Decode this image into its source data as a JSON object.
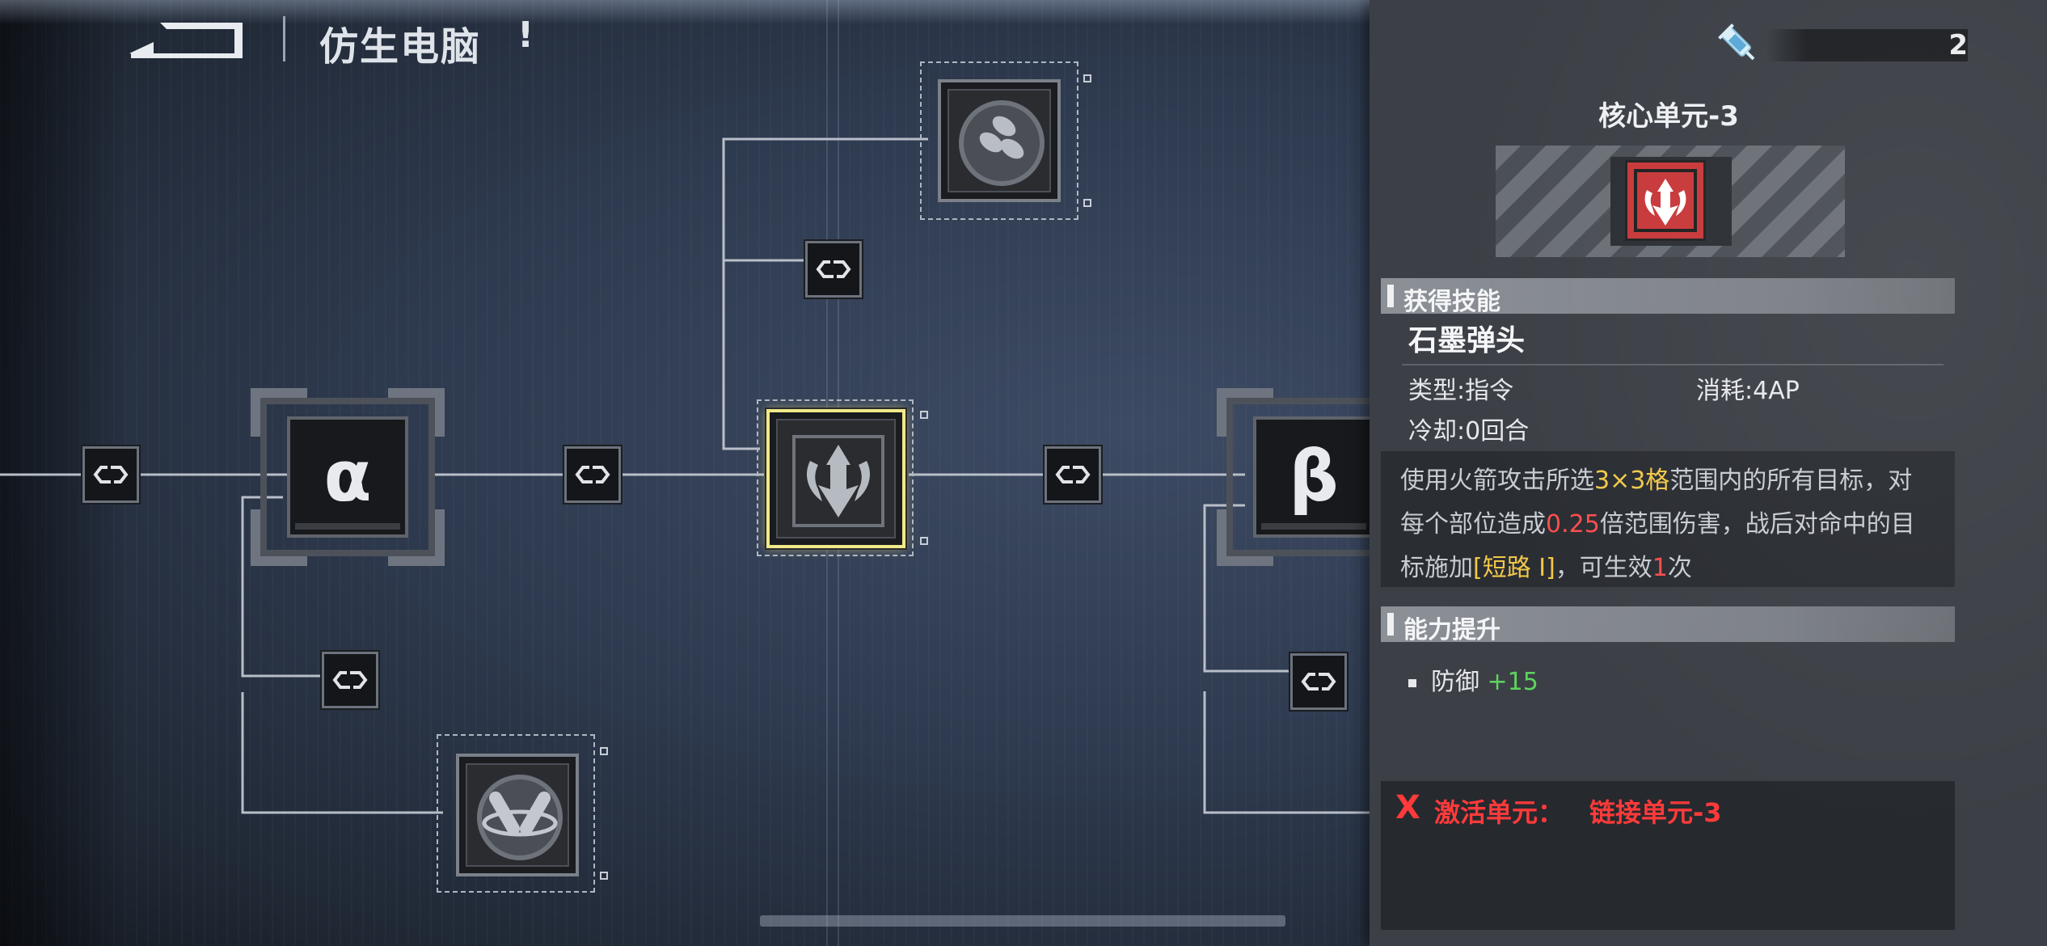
{
  "header": {
    "title": "仿生电脑",
    "alert": "!"
  },
  "resource": {
    "icon": "syringe-icon",
    "count": "2"
  },
  "tree": {
    "core_units": [
      {
        "letter": "α"
      },
      {
        "letter": "β"
      }
    ],
    "skills": [
      {
        "icon": "missiles-icon"
      },
      {
        "icon": "graphite-warhead-icon",
        "selected": true
      },
      {
        "icon": "crossed-bullets-icon"
      }
    ],
    "link_icon": "link-chain-icon"
  },
  "panel": {
    "unit_title": "核心单元-3",
    "unit_icon": "graphite-warhead-icon",
    "section_skill": "获得技能",
    "skill_name": "石墨弹头",
    "type_label": "类型:指令",
    "cost_label": "消耗:4AP",
    "cooldown_label": "冷却:0回合",
    "description": {
      "p1": "使用火箭攻击所选",
      "area": "3×3格",
      "p2": "范围内的所有目标，对每个部位造成",
      "mult": "0.25",
      "p3": "倍范围伤害，战后对命中的目标施加",
      "status": "[短路 Ⅰ]",
      "p4": "，可生效",
      "times": "1",
      "p5": "次"
    },
    "section_ability": "能力提升",
    "ability": {
      "name": "防御",
      "value": "+15"
    },
    "activate": {
      "mark": "X",
      "label": "激活单元：",
      "target": "链接单元-3"
    }
  },
  "colors": {
    "highlight_yellow": "#f2c84a",
    "highlight_red": "#ff4d4d",
    "plus_green": "#5fd35f",
    "selected_frame": "#efe98a"
  }
}
